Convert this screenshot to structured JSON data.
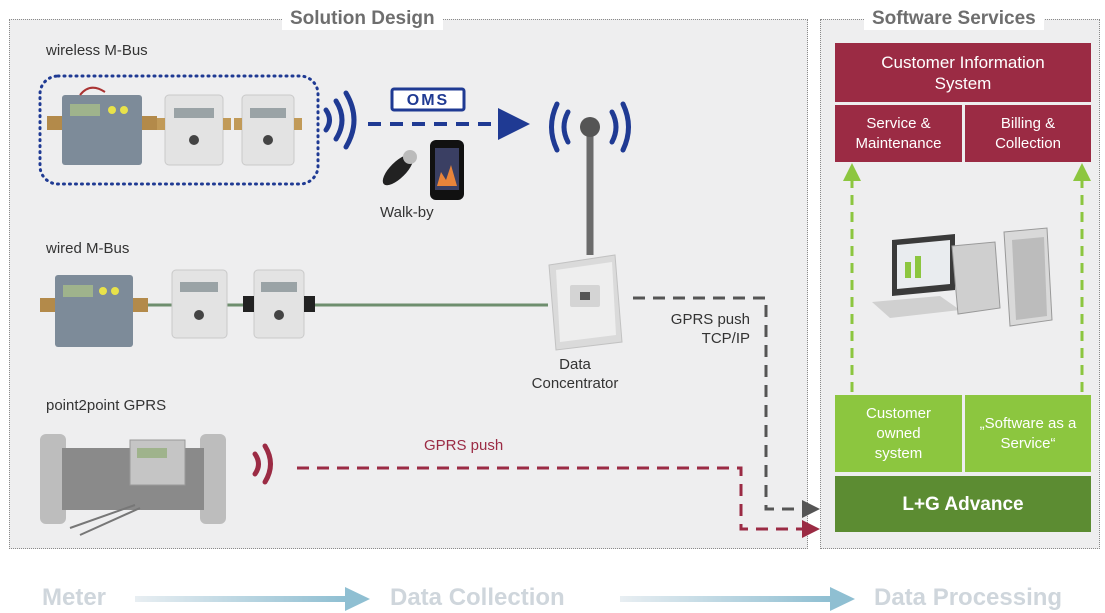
{
  "panels": {
    "solution_title": "Solution Design",
    "software_title": "Software Services"
  },
  "meter_groups": {
    "wireless": "wireless M-Bus",
    "wired": "wired M-Bus",
    "gprs": "point2point GPRS"
  },
  "labels": {
    "oms": "OMS",
    "walkby": "Walk-by",
    "concentrator_line1": "Data",
    "concentrator_line2": "Concentrator",
    "gprs_tcp_line1": "GPRS push",
    "gprs_tcp_line2": "TCP/IP",
    "gprs_push": "GPRS push"
  },
  "services": {
    "cis_line1": "Customer Information",
    "cis_line2": "System",
    "service_line1": "Service &",
    "service_line2": "Maintenance",
    "billing_line1": "Billing &",
    "billing_line2": "Collection",
    "owned_line1": "Customer",
    "owned_line2": "owned",
    "owned_line3": "system",
    "saas_line1": "„Software as a",
    "saas_line2": "Service“",
    "advance": "L+G Advance"
  },
  "stages": [
    "Meter",
    "Data Collection",
    "Data Processing"
  ],
  "colors": {
    "blue": "#1f3a93",
    "dark_red": "#9b2b44",
    "light_green": "#8cc63f",
    "dark_green": "#5c8c32",
    "stage_arrow": "#9fc3d3"
  }
}
